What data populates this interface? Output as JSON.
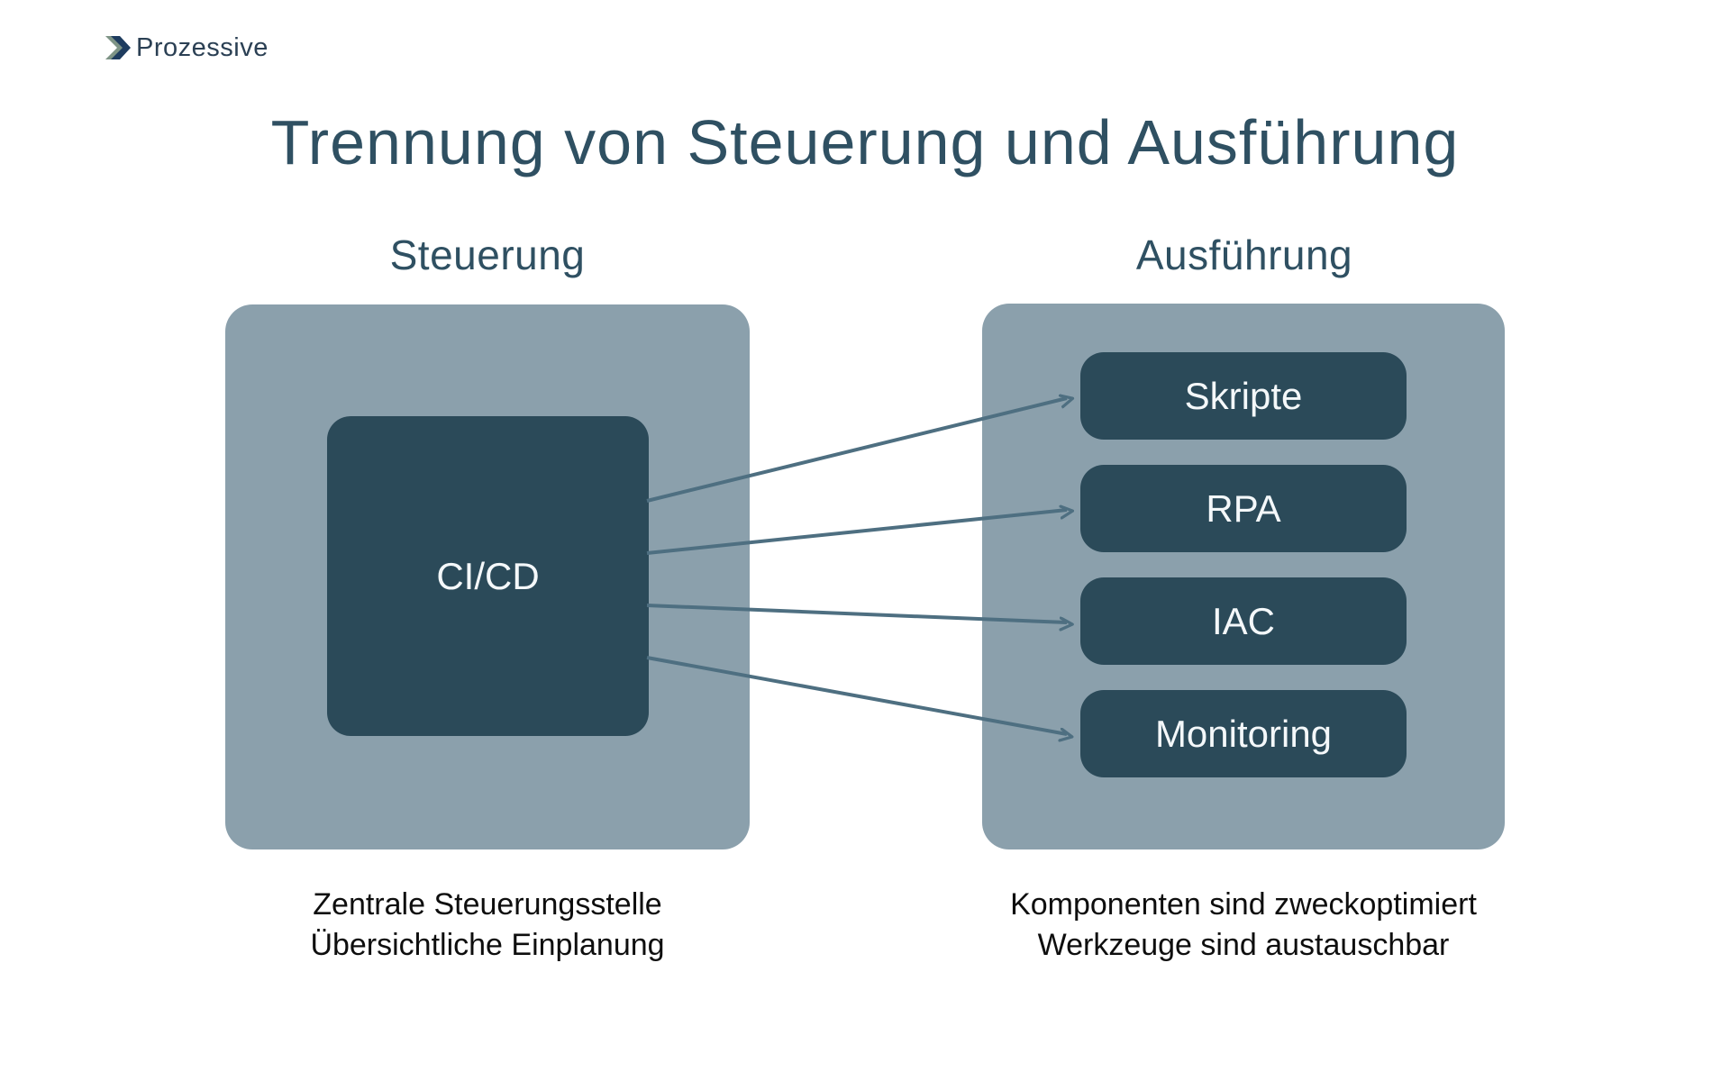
{
  "logo": {
    "text": "Prozessive",
    "icon": "double-chevron-right-icon"
  },
  "title": "Trennung von Steuerung und Ausführung",
  "left_column": {
    "header": "Steuerung",
    "box_label": "CI/CD",
    "caption_line1": "Zentrale Steuerungsstelle",
    "caption_line2": "Übersichtliche Einplanung"
  },
  "right_column": {
    "header": "Ausführung",
    "items": [
      {
        "label": "Skripte"
      },
      {
        "label": "RPA"
      },
      {
        "label": "IAC"
      },
      {
        "label": "Monitoring"
      }
    ],
    "caption_line1": "Komponenten sind zweckoptimiert",
    "caption_line2": "Werkzeuge sind austauschbar"
  },
  "colors": {
    "bg": "#ffffff",
    "panel_light": "#8BA0AC",
    "panel_dark": "#2B4A59",
    "arrow": "#4E6F81",
    "heading": "#2F5062",
    "logo_text": "#2B4054",
    "logo_chevron_dark": "#1E3C5F",
    "logo_chevron_light": "#7E9486",
    "caption": "#0e0e0e",
    "box_label": "#F4F8FA"
  }
}
